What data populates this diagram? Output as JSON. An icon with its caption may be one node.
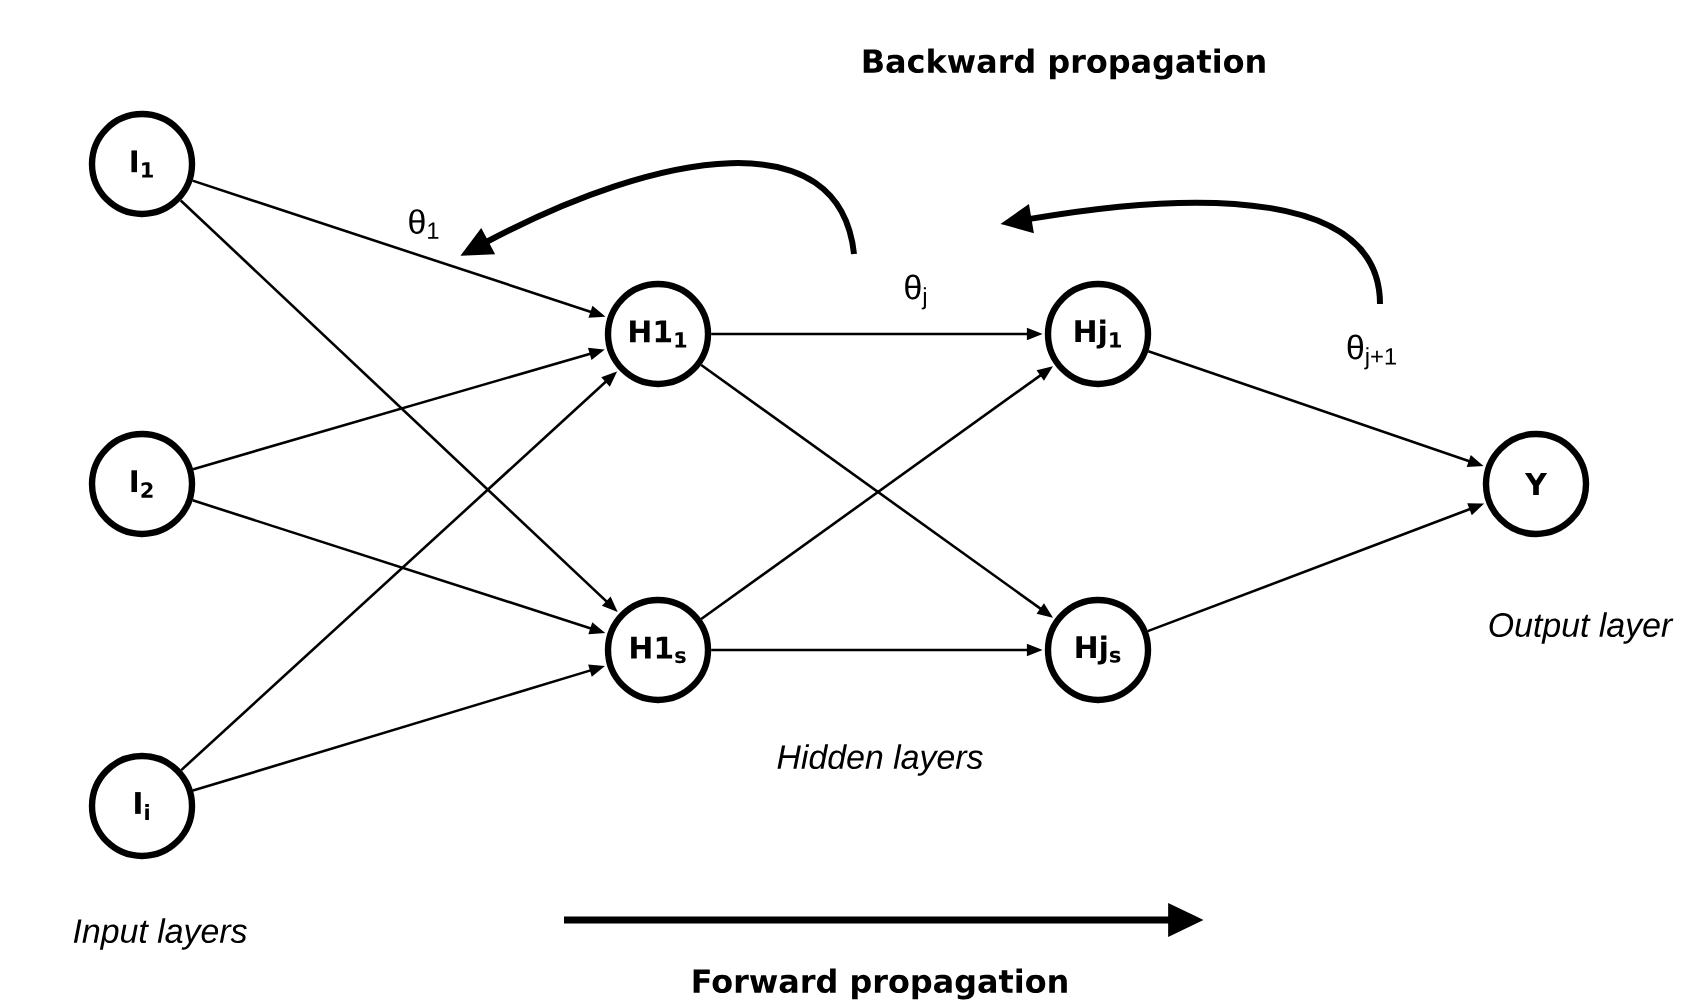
{
  "diagram": {
    "nodes": [
      {
        "text": [
          "I$_{1}$"
        ]
      },
      {
        "text": [
          "I$_{2}$"
        ]
      },
      {
        "text": [
          "I$_{i}$"
        ]
      },
      {
        "text": [
          "H1$_{1}$"
        ]
      },
      {
        "text": [
          "H1$_{s}$"
        ]
      },
      {
        "text": [
          "Hj$_{1}$"
        ]
      },
      {
        "text": [
          "Hj$_{s}$"
        ]
      },
      {
        "text": [
          "Y"
        ]
      }
    ],
    "edges": [
      {
        "from": 0,
        "to": 3,
        "arrow": "to"
      },
      {
        "from": 0,
        "to": 4,
        "arrow": "to"
      },
      {
        "from": 1,
        "to": 3,
        "arrow": "to"
      },
      {
        "from": 1,
        "to": 4,
        "arrow": "to"
      },
      {
        "from": 2,
        "to": 3,
        "arrow": "to"
      },
      {
        "from": 2,
        "to": 4,
        "arrow": "to"
      },
      {
        "from": 3,
        "to": 5,
        "arrow": "to"
      },
      {
        "from": 3,
        "to": 6,
        "arrow": "to"
      },
      {
        "from": 4,
        "to": 5,
        "arrow": "to"
      },
      {
        "from": 4,
        "to": 6,
        "arrow": "to"
      },
      {
        "from": 5,
        "to": 7,
        "arrow": "to"
      },
      {
        "from": 6,
        "to": 7,
        "arrow": "to"
      }
    ],
    "labels": [
      "Backward propagation",
      "θ$_{1}$",
      "θ$_{j}$",
      "θ$_{j+1}$",
      "Output layer",
      "Hidden layers",
      "Input layers",
      "Forward propagation"
    ]
  }
}
